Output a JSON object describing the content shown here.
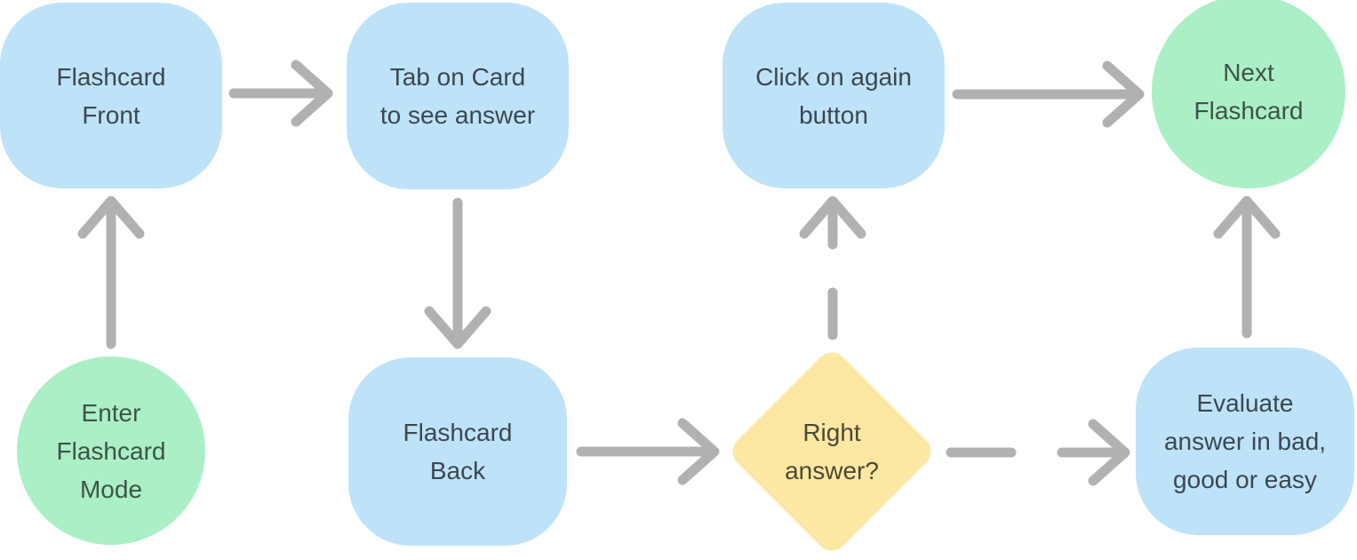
{
  "colors": {
    "node_blue": "#bee3f9",
    "node_green": "#abefc7",
    "node_yellow": "#fce8a3",
    "arrow_gray": "#b1b1b1",
    "text_blue_node": "#3c4750",
    "text_green_node": "#3d5447",
    "text_yellow_node": "#4d4933"
  },
  "diagram": {
    "nodes": {
      "enter_mode": {
        "label": "Enter\nFlashcard\nMode",
        "shape": "circle",
        "color": "green"
      },
      "flashcard_front": {
        "label": "Flashcard\nFront",
        "shape": "rounded-rect",
        "color": "blue"
      },
      "tab_on_card": {
        "label": "Tab on Card\nto see answer",
        "shape": "rounded-rect",
        "color": "blue"
      },
      "flashcard_back": {
        "label": "Flashcard\nBack",
        "shape": "rounded-rect",
        "color": "blue"
      },
      "right_answer": {
        "label": "Right\nanswer?",
        "shape": "diamond",
        "color": "yellow"
      },
      "click_again": {
        "label": "Click on again\nbutton",
        "shape": "rounded-rect",
        "color": "blue"
      },
      "evaluate": {
        "label": "Evaluate\nanswer in bad,\ngood or easy",
        "shape": "rounded-rect",
        "color": "blue"
      },
      "next_flashcard": {
        "label": "Next\nFlashcard",
        "shape": "circle",
        "color": "green"
      }
    },
    "edges": [
      {
        "from": "enter_mode",
        "to": "flashcard_front",
        "style": "solid"
      },
      {
        "from": "flashcard_front",
        "to": "tab_on_card",
        "style": "solid"
      },
      {
        "from": "tab_on_card",
        "to": "flashcard_back",
        "style": "solid"
      },
      {
        "from": "flashcard_back",
        "to": "right_answer",
        "style": "solid"
      },
      {
        "from": "right_answer",
        "to": "click_again",
        "style": "dashed"
      },
      {
        "from": "right_answer",
        "to": "evaluate",
        "style": "dashed"
      },
      {
        "from": "click_again",
        "to": "next_flashcard",
        "style": "solid"
      },
      {
        "from": "evaluate",
        "to": "next_flashcard",
        "style": "solid"
      }
    ]
  }
}
